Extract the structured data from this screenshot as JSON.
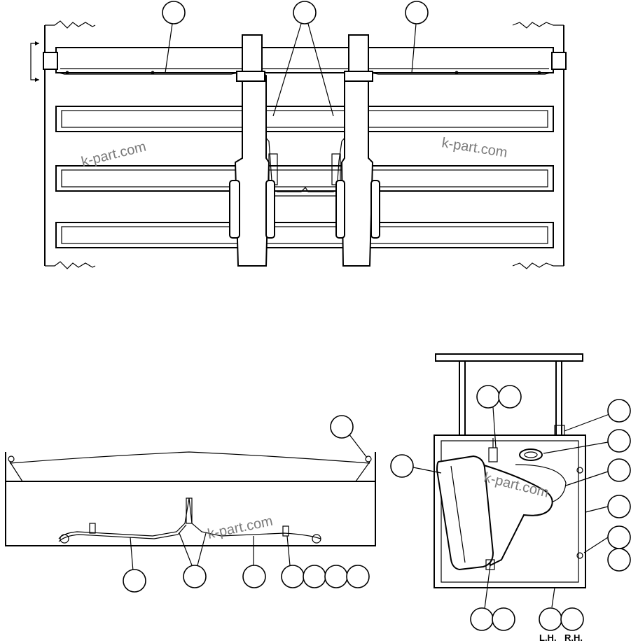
{
  "watermark": "k-part.com",
  "side_labels": {
    "lh": "L.H.",
    "rh": "R.H."
  }
}
